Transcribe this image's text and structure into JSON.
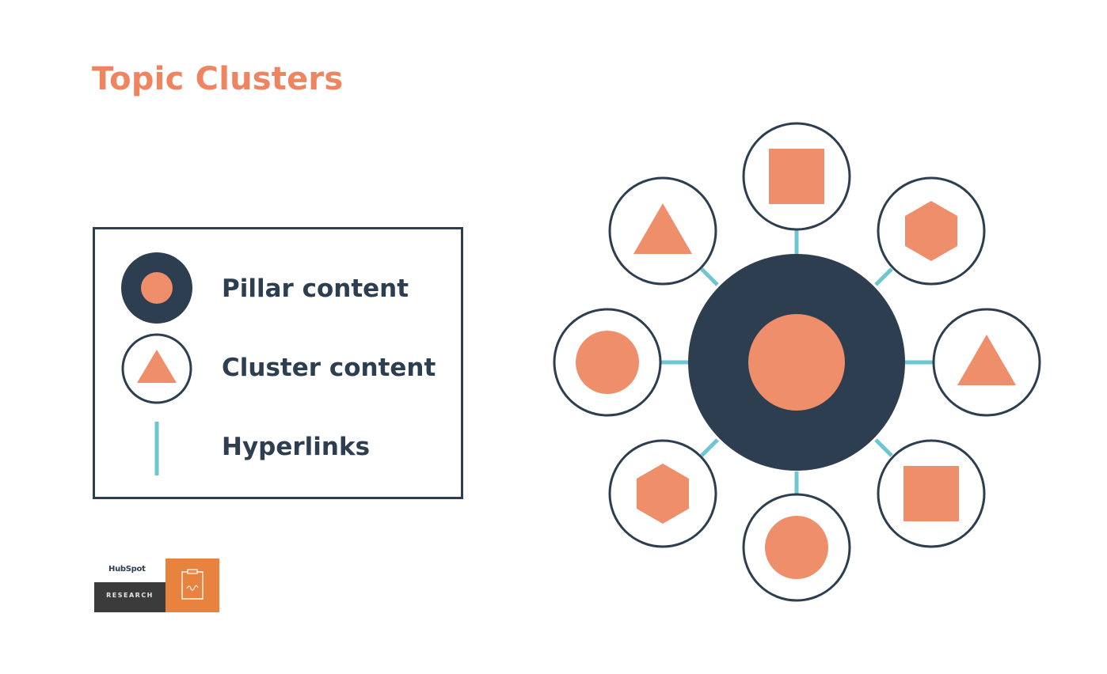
{
  "title": "Topic Clusters",
  "colors": {
    "title": "#ef8560",
    "navy": "#2d3e50",
    "orange": "#ef8e6b",
    "teal": "#6ec6d0",
    "logo_orange": "#e8823f",
    "logo_dark": "#3b3b3b"
  },
  "legend": {
    "items": [
      {
        "icon": "pillar-icon",
        "label": "Pillar content"
      },
      {
        "icon": "cluster-icon",
        "label": "Cluster content"
      },
      {
        "icon": "hyperlink-icon",
        "label": "Hyperlinks"
      }
    ]
  },
  "diagram": {
    "pillar": {
      "shape": "circle"
    },
    "clusters": [
      {
        "position": "top",
        "shape": "square"
      },
      {
        "position": "top-right",
        "shape": "hexagon"
      },
      {
        "position": "right",
        "shape": "triangle"
      },
      {
        "position": "bottom-right",
        "shape": "square"
      },
      {
        "position": "bottom",
        "shape": "circle"
      },
      {
        "position": "bottom-left",
        "shape": "hexagon"
      },
      {
        "position": "left",
        "shape": "circle"
      },
      {
        "position": "top-left",
        "shape": "triangle"
      }
    ]
  },
  "logo": {
    "brand": "HubSpot",
    "label": "RESEARCH"
  }
}
